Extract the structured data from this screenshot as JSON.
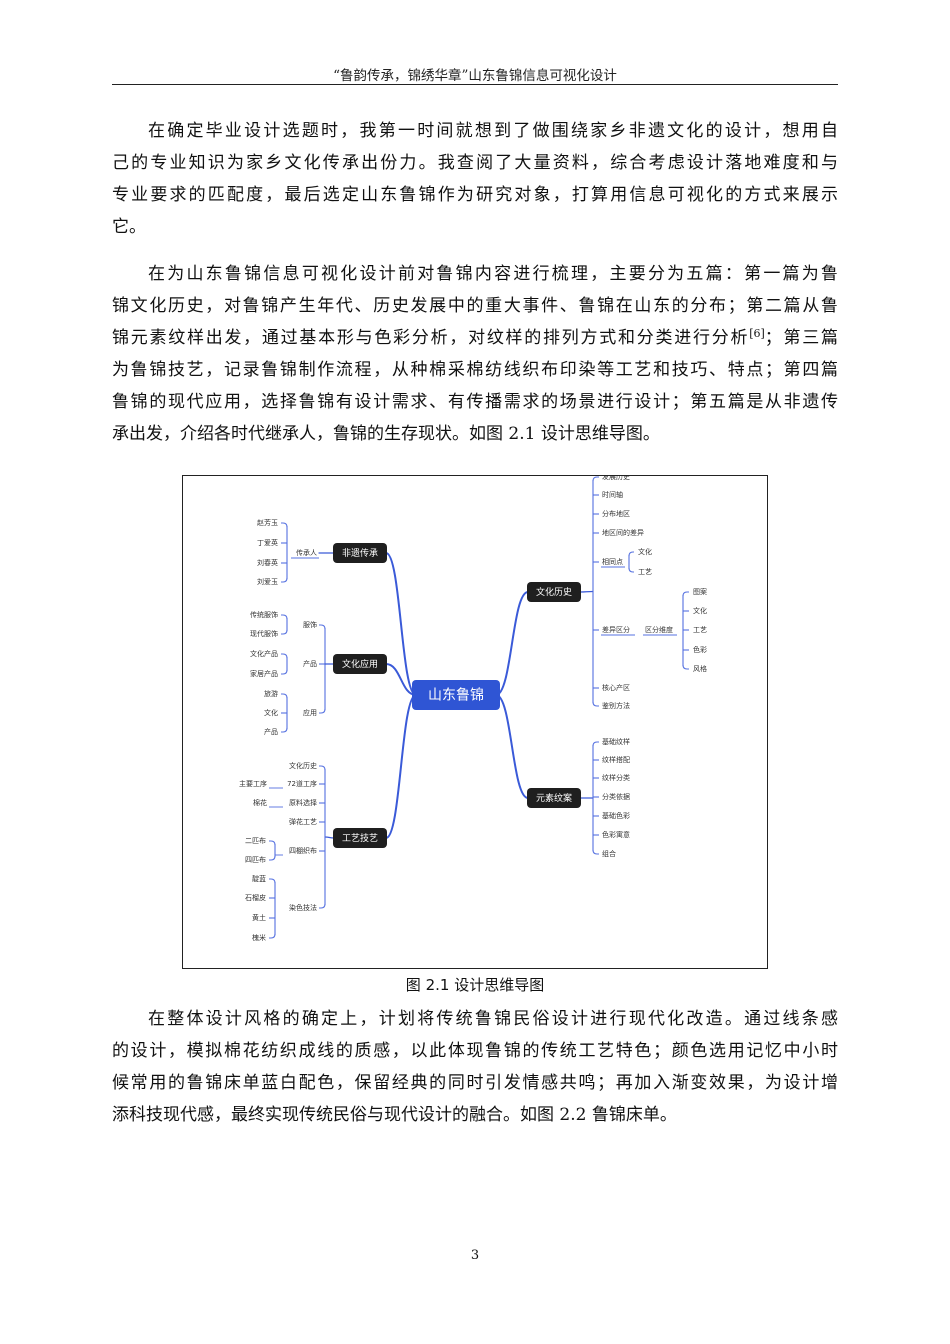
{
  "header": {
    "title": "“鲁韵传承，锦绣华章”山东鲁锦信息可视化设计"
  },
  "paragraphs": {
    "p1": [
      "在确定毕业设计选题时，我第一时间就想到了做围绕家乡非遗文化的设计，想用自",
      "己的专业知识为家乡文化传承出份力。我查阅了大量资料，综合考虑设计落地难度和与",
      "专业要求的匹配度，最后选定山东鲁锦作为研究对象，打算用信息可视化的方式来展示",
      "它。"
    ],
    "p2": [
      "在为山东鲁锦信息可视化设计前对鲁锦内容进行梳理，主要分为五篇：第一篇为鲁",
      "锦文化历史，对鲁锦产生年代、历史发展中的重大事件、鲁锦在山东的分布；第二篇从鲁",
      "锦元素纹样出发，通过基本形与色彩分析，对纹样的排列方式和分类进行分析",
      "为鲁锦技艺，记录鲁锦制作流程，从种棉采棉纺线织布印染等工艺和技巧、特点；第四篇",
      "鲁锦的现代应用，选择鲁锦有设计需求、有传播需求的场景进行设计；第五篇是从非遗传",
      "承出发，介绍各时代继承人，鲁锦的生存现状。如图 2.1 设计思维导图。"
    ],
    "p2_citation": "[6]",
    "p2_line3_tail": "；第三篇",
    "p3": [
      "在整体设计风格的确定上，计划将传统鲁锦民俗设计进行现代化改造。通过线条感",
      "的设计，模拟棉花纺织成线的质感，以此体现鲁锦的传统工艺特色；颜色选用记忆中小时",
      "候常用的鲁锦床单蓝白配色，保留经典的同时引发情感共鸣；再加入渐变效果，为设计增",
      "添科技现代感，最终实现传统民俗与现代设计的融合。如图 2.2 鲁锦床单。"
    ]
  },
  "mindmap": {
    "root": "山东鲁锦",
    "branches": {
      "wenhua": "文化历史",
      "yuansu": "元素纹案",
      "feiyi": "非遗传承",
      "yingyong": "文化应用",
      "jiyi": "工艺技艺"
    },
    "wenhua_items": [
      "发展历史",
      "时间轴",
      "分布地区",
      "地区间的差异",
      "相同点",
      "差异区分",
      "核心产区",
      "鉴别方法"
    ],
    "xiangtong_items": [
      "文化",
      "工艺"
    ],
    "qufen_label": "区分维度",
    "qufen_items": [
      "图案",
      "文化",
      "工艺",
      "色彩",
      "风格"
    ],
    "yuansu_items": [
      "基础纹样",
      "纹样搭配",
      "纹样分类",
      "分类依据",
      "基础色彩",
      "色彩寓意",
      "组合"
    ],
    "feiyi_group": "传承人",
    "feiyi_items": [
      "赵芳玉",
      "丁爱英",
      "刘春英",
      "刘爱玉"
    ],
    "yingyong_groups": [
      "服饰",
      "产品",
      "应用"
    ],
    "fushi_items": [
      "传统服饰",
      "现代服饰"
    ],
    "chanpin_items": [
      "文化产品",
      "家居产品"
    ],
    "app_items": [
      "旅游",
      "文化",
      "产品"
    ],
    "jiyi_items": [
      "文化历史",
      "72道工序",
      "原料选择",
      "弹花工艺",
      "四棚织布",
      "染色技法"
    ],
    "gongxu_left": "主要工序",
    "yuanliao_left": "棉花",
    "zhibu_left": [
      "二匹布",
      "四匹布"
    ],
    "ranse_left": [
      "靛蓝",
      "石榴皮",
      "黄土",
      "槐米"
    ]
  },
  "colors": {
    "root_fill": "#2f55d4",
    "branch_fill": "#1f1f1f",
    "link": "#3a5ad8",
    "bracket": "#5470e0"
  },
  "figure": {
    "caption": "图 2.1 设计思维导图"
  },
  "page": {
    "number": "3"
  }
}
